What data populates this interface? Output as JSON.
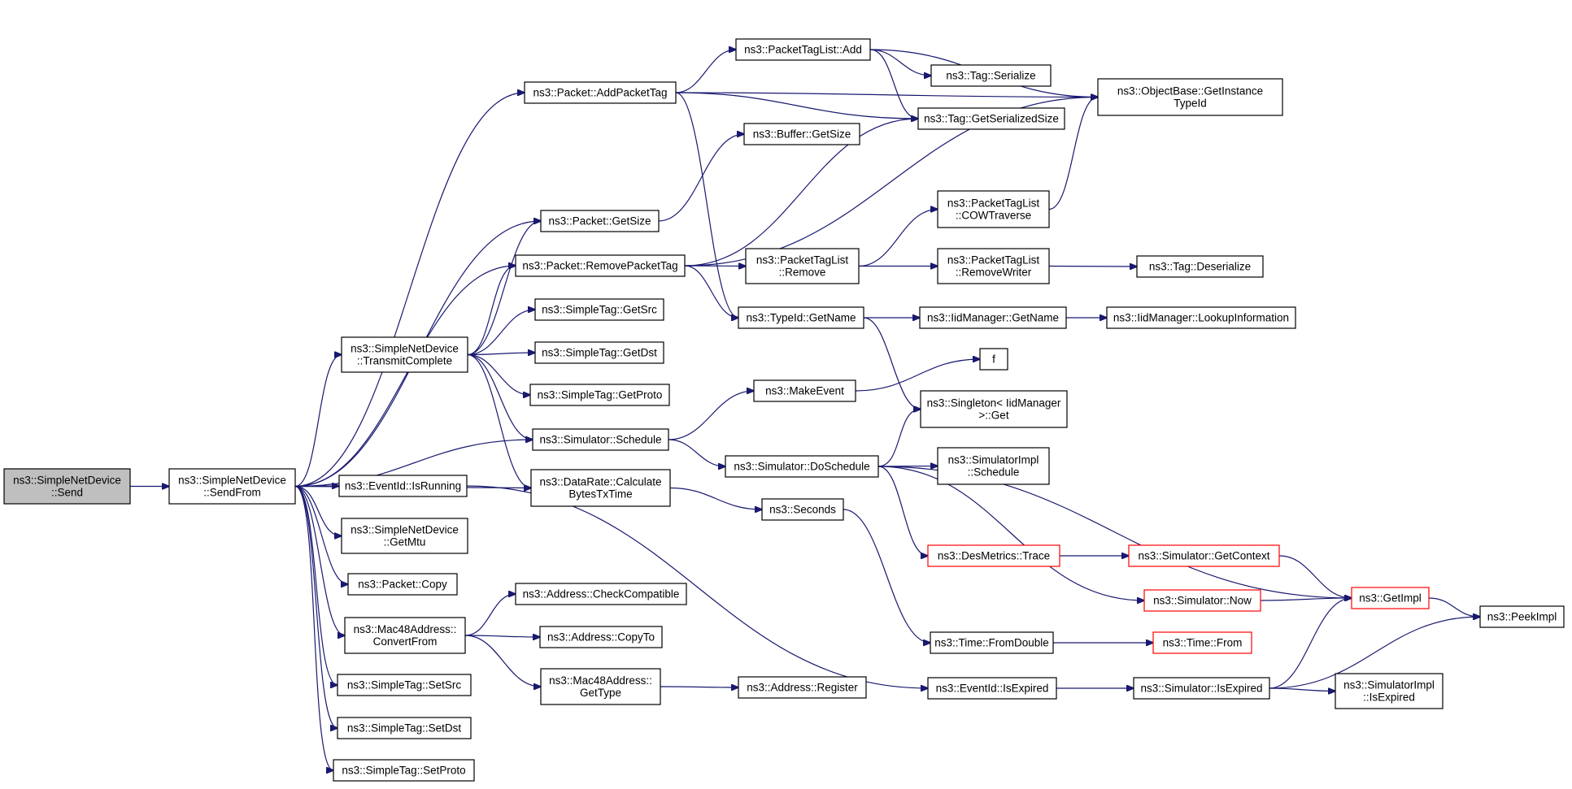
{
  "colors": {
    "edge": "#191970",
    "node_border": "#000000",
    "node_fill": "#ffffff",
    "root_fill": "#bfbfbf",
    "truncated_border": "#ff0000"
  },
  "nodes": [
    {
      "id": "send",
      "lines": [
        "ns3::SimpleNetDevice",
        "::Send"
      ],
      "style": "root"
    },
    {
      "id": "sendfrom",
      "lines": [
        "ns3::SimpleNetDevice",
        "::SendFrom"
      ]
    },
    {
      "id": "addpackettag",
      "lines": [
        "ns3::Packet::AddPacketTag"
      ]
    },
    {
      "id": "getsize",
      "lines": [
        "ns3::Packet::GetSize"
      ]
    },
    {
      "id": "removepackettag",
      "lines": [
        "ns3::Packet::RemovePacketTag"
      ]
    },
    {
      "id": "transmitcomplete",
      "lines": [
        "ns3::SimpleNetDevice",
        "::TransmitComplete"
      ]
    },
    {
      "id": "schedule",
      "lines": [
        "ns3::Simulator::Schedule"
      ]
    },
    {
      "id": "calcbytes",
      "lines": [
        "ns3::DataRate::Calculate",
        "BytesTxTime"
      ]
    },
    {
      "id": "isrunning",
      "lines": [
        "ns3::EventId::IsRunning"
      ]
    },
    {
      "id": "getmtu",
      "lines": [
        "ns3::SimpleNetDevice",
        "::GetMtu"
      ]
    },
    {
      "id": "copy",
      "lines": [
        "ns3::Packet::Copy"
      ]
    },
    {
      "id": "convertfrom",
      "lines": [
        "ns3::Mac48Address::",
        "ConvertFrom"
      ]
    },
    {
      "id": "setsrc",
      "lines": [
        "ns3::SimpleTag::SetSrc"
      ]
    },
    {
      "id": "setdst",
      "lines": [
        "ns3::SimpleTag::SetDst"
      ]
    },
    {
      "id": "setproto",
      "lines": [
        "ns3::SimpleTag::SetProto"
      ]
    },
    {
      "id": "ptladd",
      "lines": [
        "ns3::PacketTagList::Add"
      ]
    },
    {
      "id": "taggetsersize",
      "lines": [
        "ns3::Tag::GetSerializedSize"
      ]
    },
    {
      "id": "objgetinstance",
      "lines": [
        "ns3::ObjectBase::GetInstance",
        "TypeId"
      ]
    },
    {
      "id": "tagserialize",
      "lines": [
        "ns3::Tag::Serialize"
      ]
    },
    {
      "id": "typeidgetname",
      "lines": [
        "ns3::TypeId::GetName"
      ]
    },
    {
      "id": "buffergetsize",
      "lines": [
        "ns3::Buffer::GetSize"
      ]
    },
    {
      "id": "ptlremove",
      "lines": [
        "ns3::PacketTagList",
        "::Remove"
      ]
    },
    {
      "id": "cowtraverse",
      "lines": [
        "ns3::PacketTagList",
        "::COWTraverse"
      ]
    },
    {
      "id": "removewriter",
      "lines": [
        "ns3::PacketTagList",
        "::RemoveWriter"
      ]
    },
    {
      "id": "tagdeserialize",
      "lines": [
        "ns3::Tag::Deserialize"
      ]
    },
    {
      "id": "getsrc",
      "lines": [
        "ns3::SimpleTag::GetSrc"
      ]
    },
    {
      "id": "getdst",
      "lines": [
        "ns3::SimpleTag::GetDst"
      ]
    },
    {
      "id": "getproto",
      "lines": [
        "ns3::SimpleTag::GetProto"
      ]
    },
    {
      "id": "iidgetname",
      "lines": [
        "ns3::IidManager::GetName"
      ]
    },
    {
      "id": "lookupinfo",
      "lines": [
        "ns3::IidManager::LookupInformation"
      ]
    },
    {
      "id": "makeevent",
      "lines": [
        "ns3::MakeEvent"
      ]
    },
    {
      "id": "f",
      "lines": [
        "f"
      ]
    },
    {
      "id": "singletonget",
      "lines": [
        "ns3::Singleton< IidManager",
        ">::Get"
      ]
    },
    {
      "id": "doschedule",
      "lines": [
        "ns3::Simulator::DoSchedule"
      ]
    },
    {
      "id": "simimplschedule",
      "lines": [
        "ns3::SimulatorImpl",
        "::Schedule"
      ]
    },
    {
      "id": "seconds",
      "lines": [
        "ns3::Seconds"
      ]
    },
    {
      "id": "destrace",
      "lines": [
        "ns3::DesMetrics::Trace"
      ],
      "style": "truncated"
    },
    {
      "id": "getcontext",
      "lines": [
        "ns3::Simulator::GetContext"
      ],
      "style": "truncated"
    },
    {
      "id": "simnow",
      "lines": [
        "ns3::Simulator::Now"
      ],
      "style": "truncated"
    },
    {
      "id": "getimpl",
      "lines": [
        "ns3::GetImpl"
      ],
      "style": "truncated"
    },
    {
      "id": "peekimpl",
      "lines": [
        "ns3::PeekImpl"
      ]
    },
    {
      "id": "timefromdouble",
      "lines": [
        "ns3::Time::FromDouble"
      ]
    },
    {
      "id": "timefrom",
      "lines": [
        "ns3::Time::From"
      ],
      "style": "truncated"
    },
    {
      "id": "eventisexpired",
      "lines": [
        "ns3::EventId::IsExpired"
      ]
    },
    {
      "id": "simisexpired",
      "lines": [
        "ns3::Simulator::IsExpired"
      ]
    },
    {
      "id": "simimplisexpired",
      "lines": [
        "ns3::SimulatorImpl",
        "::IsExpired"
      ]
    },
    {
      "id": "checkcompat",
      "lines": [
        "ns3::Address::CheckCompatible"
      ]
    },
    {
      "id": "copyto",
      "lines": [
        "ns3::Address::CopyTo"
      ]
    },
    {
      "id": "mac48gettype",
      "lines": [
        "ns3::Mac48Address::",
        "GetType"
      ]
    },
    {
      "id": "register",
      "lines": [
        "ns3::Address::Register"
      ]
    }
  ],
  "edges": [
    [
      "send",
      "sendfrom"
    ],
    [
      "sendfrom",
      "addpackettag"
    ],
    [
      "sendfrom",
      "getsize"
    ],
    [
      "sendfrom",
      "removepackettag"
    ],
    [
      "sendfrom",
      "transmitcomplete"
    ],
    [
      "sendfrom",
      "schedule"
    ],
    [
      "sendfrom",
      "calcbytes"
    ],
    [
      "sendfrom",
      "isrunning"
    ],
    [
      "sendfrom",
      "getmtu"
    ],
    [
      "sendfrom",
      "copy"
    ],
    [
      "sendfrom",
      "convertfrom"
    ],
    [
      "sendfrom",
      "setsrc"
    ],
    [
      "sendfrom",
      "setdst"
    ],
    [
      "sendfrom",
      "setproto"
    ],
    [
      "addpackettag",
      "ptladd"
    ],
    [
      "addpackettag",
      "objgetinstance"
    ],
    [
      "addpackettag",
      "taggetsersize"
    ],
    [
      "addpackettag",
      "typeidgetname"
    ],
    [
      "ptladd",
      "objgetinstance"
    ],
    [
      "ptladd",
      "tagserialize"
    ],
    [
      "ptladd",
      "taggetsersize"
    ],
    [
      "getsize",
      "buffergetsize"
    ],
    [
      "removepackettag",
      "taggetsersize"
    ],
    [
      "removepackettag",
      "objgetinstance"
    ],
    [
      "removepackettag",
      "ptlremove"
    ],
    [
      "removepackettag",
      "typeidgetname"
    ],
    [
      "ptlremove",
      "cowtraverse"
    ],
    [
      "ptlremove",
      "removewriter"
    ],
    [
      "cowtraverse",
      "objgetinstance"
    ],
    [
      "removewriter",
      "tagdeserialize"
    ],
    [
      "typeidgetname",
      "iidgetname"
    ],
    [
      "typeidgetname",
      "singletonget"
    ],
    [
      "iidgetname",
      "lookupinfo"
    ],
    [
      "transmitcomplete",
      "getsize"
    ],
    [
      "transmitcomplete",
      "removepackettag"
    ],
    [
      "transmitcomplete",
      "getsrc"
    ],
    [
      "transmitcomplete",
      "getdst"
    ],
    [
      "transmitcomplete",
      "getproto"
    ],
    [
      "transmitcomplete",
      "schedule"
    ],
    [
      "transmitcomplete",
      "calcbytes"
    ],
    [
      "schedule",
      "makeevent"
    ],
    [
      "schedule",
      "doschedule"
    ],
    [
      "makeevent",
      "f"
    ],
    [
      "doschedule",
      "singletonget"
    ],
    [
      "doschedule",
      "simimplschedule"
    ],
    [
      "doschedule",
      "getimpl"
    ],
    [
      "doschedule",
      "destrace"
    ],
    [
      "doschedule",
      "simnow"
    ],
    [
      "destrace",
      "getcontext"
    ],
    [
      "getcontext",
      "getimpl"
    ],
    [
      "simnow",
      "getimpl"
    ],
    [
      "getimpl",
      "peekimpl"
    ],
    [
      "calcbytes",
      "seconds"
    ],
    [
      "seconds",
      "timefromdouble"
    ],
    [
      "timefromdouble",
      "timefrom"
    ],
    [
      "isrunning",
      "eventisexpired"
    ],
    [
      "eventisexpired",
      "simisexpired"
    ],
    [
      "simisexpired",
      "getimpl"
    ],
    [
      "simisexpired",
      "peekimpl"
    ],
    [
      "simisexpired",
      "simimplisexpired"
    ],
    [
      "convertfrom",
      "checkcompat"
    ],
    [
      "convertfrom",
      "copyto"
    ],
    [
      "convertfrom",
      "mac48gettype"
    ],
    [
      "mac48gettype",
      "register"
    ]
  ]
}
